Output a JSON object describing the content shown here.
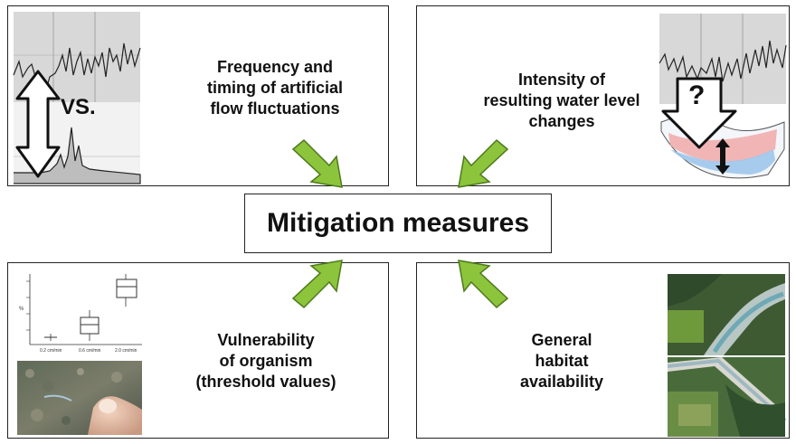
{
  "center": {
    "title": "Mitigation measures"
  },
  "panels": {
    "top_left": {
      "label": "Frequency and\ntiming of artificial\nflow fluctuations",
      "vs_text": "VS."
    },
    "top_right": {
      "label": "Intensity of\nresulting water level\nchanges",
      "question_mark": "?"
    },
    "bottom_left": {
      "label": "Vulnerability\nof organism\n(threshold values)",
      "boxplot": {
        "ylabel": "%",
        "categories": [
          "0.2 cm/min",
          "0.6 cm/min",
          "2.0 cm/min"
        ]
      }
    },
    "bottom_right": {
      "label": "General\nhabitat\navailability"
    }
  },
  "colors": {
    "arrow": "#8cc43c",
    "arrow_stroke": "#4e7a1c",
    "water_top": "#f0a9a9",
    "water_bottom": "#9fc7ea"
  }
}
